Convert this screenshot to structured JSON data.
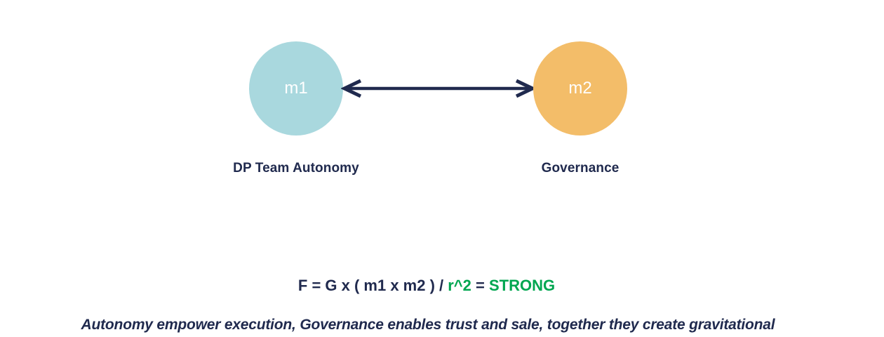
{
  "colors": {
    "background": "#ffffff",
    "navy": "#202a4e",
    "green": "#00a650",
    "circle1": "#a9d8de",
    "circle2": "#f3bd69"
  },
  "diagram": {
    "node1": {
      "mass_label": "m1",
      "name_label": "DP Team Autonomy"
    },
    "node2": {
      "mass_label": "m2",
      "name_label": "Governance"
    },
    "arrow_icon": "double-headed-arrow"
  },
  "formula": {
    "part1": "F = G x ( m1 x m2 ) / ",
    "part2": "r^2",
    "part3": " = ",
    "part4": "STRONG"
  },
  "caption": "Autonomy empower execution, Governance enables trust and sale, together they create gravitational"
}
